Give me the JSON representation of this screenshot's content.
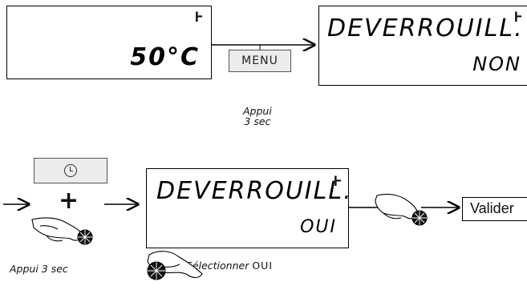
{
  "step1": {
    "display_value": "50°C",
    "wrench_icon": "wrench-icon",
    "button_label": "MENU",
    "note_line1": "Appui",
    "note_line2": "3 sec",
    "result_line1": "DEVERROUILL.",
    "result_line2": "NON"
  },
  "step2": {
    "clock_button_icon": "clock-icon",
    "plus_symbol": "+",
    "press_note": "Appui 3 sec",
    "display_line1": "DEVERROUILL.",
    "display_line2": "OUI",
    "select_note_prefix": "Sélectionner",
    "select_note_value": "OUI",
    "validate_label": "Valider"
  },
  "colors": {
    "line": "#000000",
    "button_fill": "#ececec",
    "knob": "#111111"
  }
}
